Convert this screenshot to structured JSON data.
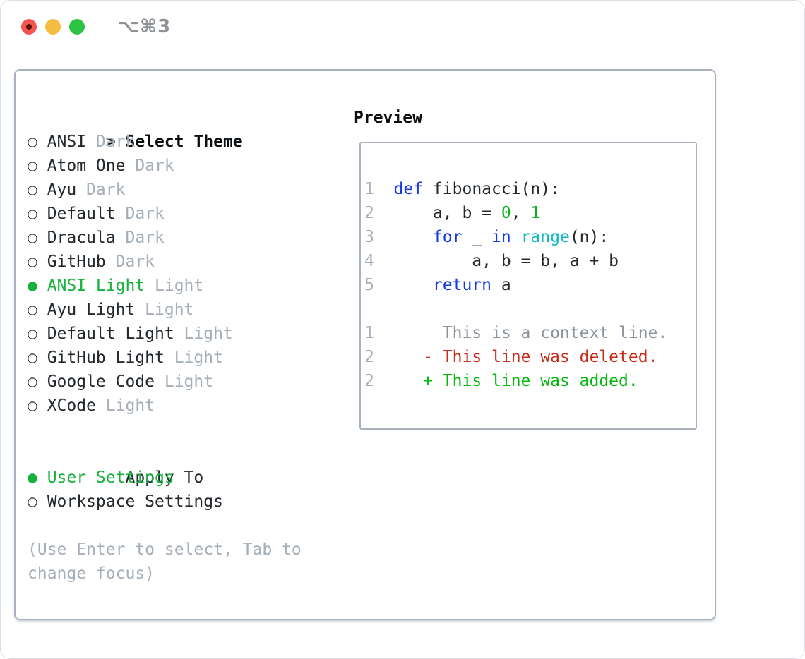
{
  "window": {
    "title": "⌥⌘3"
  },
  "theme_panel": {
    "header": {
      "prefix": ">",
      "label": "Select Theme"
    },
    "radio_icons": {
      "selected": "●",
      "unselected": "○"
    },
    "items": [
      {
        "name": "ANSI",
        "variant": "Dark",
        "selected": false
      },
      {
        "name": "Atom One",
        "variant": "Dark",
        "selected": false
      },
      {
        "name": "Ayu",
        "variant": "Dark",
        "selected": false
      },
      {
        "name": "Default",
        "variant": "Dark",
        "selected": false
      },
      {
        "name": "Dracula",
        "variant": "Dark",
        "selected": false
      },
      {
        "name": "GitHub",
        "variant": "Dark",
        "selected": false
      },
      {
        "name": "ANSI Light",
        "variant": "Light",
        "selected": true
      },
      {
        "name": "Ayu Light",
        "variant": "Light",
        "selected": false
      },
      {
        "name": "Default Light",
        "variant": "Light",
        "selected": false
      },
      {
        "name": "GitHub Light",
        "variant": "Light",
        "selected": false
      },
      {
        "name": "Google Code",
        "variant": "Light",
        "selected": false
      },
      {
        "name": "XCode",
        "variant": "Light",
        "selected": false
      }
    ],
    "apply_to": {
      "header": "Apply To",
      "options": [
        {
          "label": "User Settings",
          "selected": true
        },
        {
          "label": "Workspace Settings",
          "selected": false
        }
      ]
    },
    "hint_lines": [
      "(Use Enter to select, Tab to",
      "change focus)"
    ]
  },
  "preview": {
    "header": "Preview",
    "lines": [
      {
        "num": "1",
        "tokens": [
          [
            "def",
            "keyword"
          ],
          [
            " fibonacci(n):",
            "fg"
          ]
        ]
      },
      {
        "num": "2",
        "tokens": [
          [
            "    a, b = ",
            "fg"
          ],
          [
            "0",
            "number"
          ],
          [
            ", ",
            "fg"
          ],
          [
            "1",
            "number"
          ]
        ]
      },
      {
        "num": "3",
        "tokens": [
          [
            "    ",
            "fg"
          ],
          [
            "for",
            "keyword"
          ],
          [
            " _ ",
            "fg"
          ],
          [
            "in",
            "keyword"
          ],
          [
            " ",
            "fg"
          ],
          [
            "range",
            "builtin"
          ],
          [
            "(n):",
            "fg"
          ]
        ]
      },
      {
        "num": "4",
        "tokens": [
          [
            "        a, b = b, a + b",
            "fg"
          ]
        ]
      },
      {
        "num": "5",
        "tokens": [
          [
            "    ",
            "fg"
          ],
          [
            "return",
            "keyword"
          ],
          [
            " a",
            "fg"
          ]
        ]
      },
      {
        "num": "",
        "tokens": []
      },
      {
        "num": "1",
        "tokens": [
          [
            "     This is a context line.",
            "diff_context"
          ]
        ]
      },
      {
        "num": "2",
        "tokens": [
          [
            "   - This line was deleted.",
            "diff_deleted"
          ]
        ]
      },
      {
        "num": "2",
        "tokens": [
          [
            "   + This line was added.",
            "diff_added"
          ]
        ]
      }
    ]
  },
  "colors": {
    "fg": "#24292e",
    "header": "#0c0f12",
    "muted": "#a6aeb8",
    "radio": "#3b4045",
    "accent_green": "#17b23e",
    "keyword": "#1538e8",
    "builtin": "#12b7c8",
    "number": "#06b41d",
    "diff_context": "#8b939b",
    "diff_deleted": "#c92c17",
    "diff_added": "#04b80e",
    "dialog_border": "#a9b2bc",
    "traffic_close": "#f2564f",
    "traffic_close_dot": "#5c100e",
    "traffic_minimize": "#f5bd3f",
    "traffic_zoom": "#2ec443"
  }
}
